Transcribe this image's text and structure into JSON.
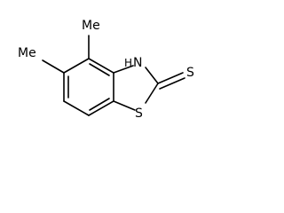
{
  "molecule": {
    "labels": {
      "methyl_top": "Me",
      "methyl_left": "Me",
      "nh_h": "H",
      "nh_n": "N",
      "thione_s": "S",
      "ring_s": "S"
    },
    "colors": {
      "bond": "#000000",
      "label": "#000000",
      "background": "#ffffff"
    }
  }
}
